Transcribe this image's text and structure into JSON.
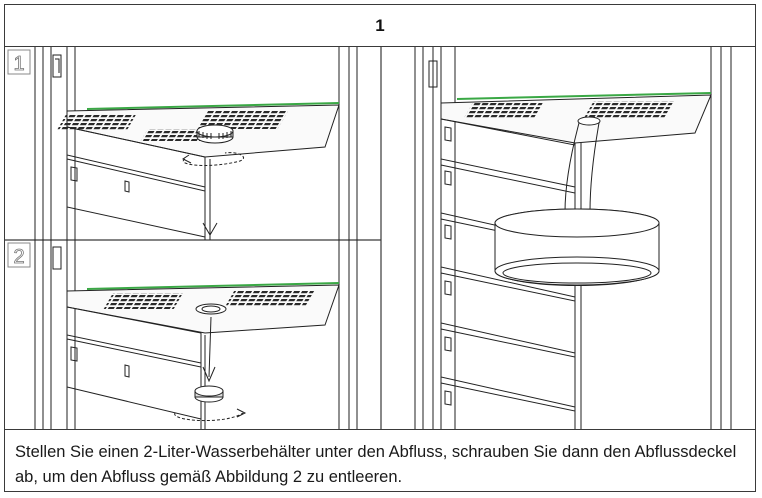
{
  "header": {
    "figure_number": "1"
  },
  "panels": {
    "step1_label": "1",
    "step2_label": "2"
  },
  "caption": {
    "text": "Stellen Sie einen 2-Liter-Wasserbehälter unter den Abfluss, schrauben Sie dann den Abflussdeckel ab, um den Abfluss gemäß Abbildung 2 zu entleeren."
  }
}
